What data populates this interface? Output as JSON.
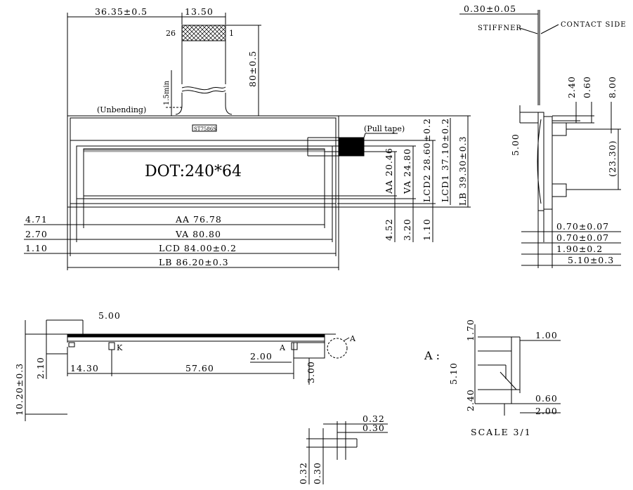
{
  "top_view": {
    "dims": {
      "fpc_offset": "36.35±0.5",
      "fpc_width": "13.50",
      "fpc_length": "80±0.5",
      "bend_min": "1.5min",
      "aa_h": "AA 20.46",
      "va_h": "VA 24.80",
      "lcd2_h": "LCD2 28.60±0.2",
      "lcd1_h": "LCD1 37.10±0.2",
      "lb_h": "LB 39.30±0.3",
      "off_452": "4.52",
      "off_320": "3.20",
      "off_110r": "1.10",
      "aa_w": "AA 76.78",
      "va_w": "VA 80.80",
      "lcd_w": "LCD 84.00±0.2",
      "lb_w": "LB 86.20±0.3",
      "off_471": "4.71",
      "off_270": "2.70",
      "off_110": "1.10"
    },
    "pin_26": "26",
    "pin_1": "1",
    "unbending": "(Unbending)",
    "ic_label": "ST7586S",
    "pull_tape": "(Pull tape)",
    "dot": "DOT:240*64"
  },
  "side_view": {
    "thickness": "0.30±0.05",
    "stiffner": "STIFFNER",
    "contact_side": "CONTACT SIDE",
    "d240": "2.40",
    "d060": "0.60",
    "d800": "8.00",
    "d500": "5.00",
    "d2330": "(23.30)",
    "d070a": "0.70±0.07",
    "d070b": "0.70±0.07",
    "d190": "1.90±0.2",
    "d510": "5.10±0.3"
  },
  "bottom_view": {
    "d500": "5.00",
    "d1430": "14.30",
    "d5760": "57.60",
    "d200": "2.00",
    "d300": "3.00",
    "d210": "2.10",
    "d1020": "10.20±0.3",
    "k": "K",
    "a": "A",
    "a_callout": "A"
  },
  "detail_a": {
    "title": "A :",
    "d170": "1.70",
    "d100": "1.00",
    "d510": "5.10",
    "d240": "2.40",
    "d060": "0.60",
    "d200": "2.00",
    "scale": "SCALE 3/1"
  },
  "detail_b": {
    "d032a": "0.32",
    "d030a": "0.30",
    "d032b": "0.32",
    "d030b": "0.30"
  }
}
